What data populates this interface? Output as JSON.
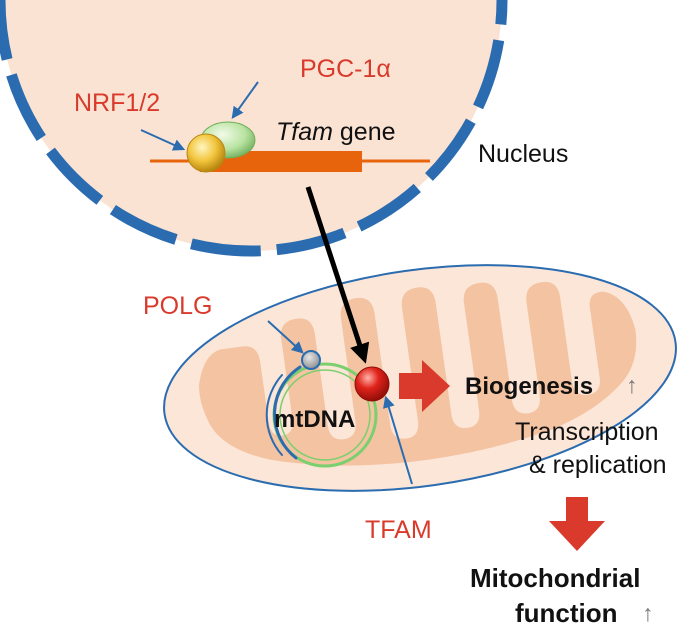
{
  "labels": {
    "pgc1a": "PGC-1α",
    "nrf": "NRF1/2",
    "tfam_gene_italic": "Tfam",
    "tfam_gene_rest": " gene",
    "nucleus": "Nucleus",
    "polg": "POLG",
    "mtdna": "mtDNA",
    "biogenesis": "Biogenesis",
    "up_arrow": "↑",
    "transcription": "Transcription",
    "replication": "& replication",
    "tfam_protein": "TFAM",
    "mito_line1": "Mitochondrial",
    "mito_line2": "function"
  },
  "colors": {
    "nucleus_fill": "#fbe3d3",
    "membrane_blue": "#2b6cb0",
    "gene_orange": "#e8640c",
    "label_red": "#d93a2b",
    "mito_fill": "#fbe6d8",
    "cristae_fill": "#f4c3a2",
    "mtdna_green": "#7ccf6e",
    "arrow_red": "#d93a2b"
  }
}
